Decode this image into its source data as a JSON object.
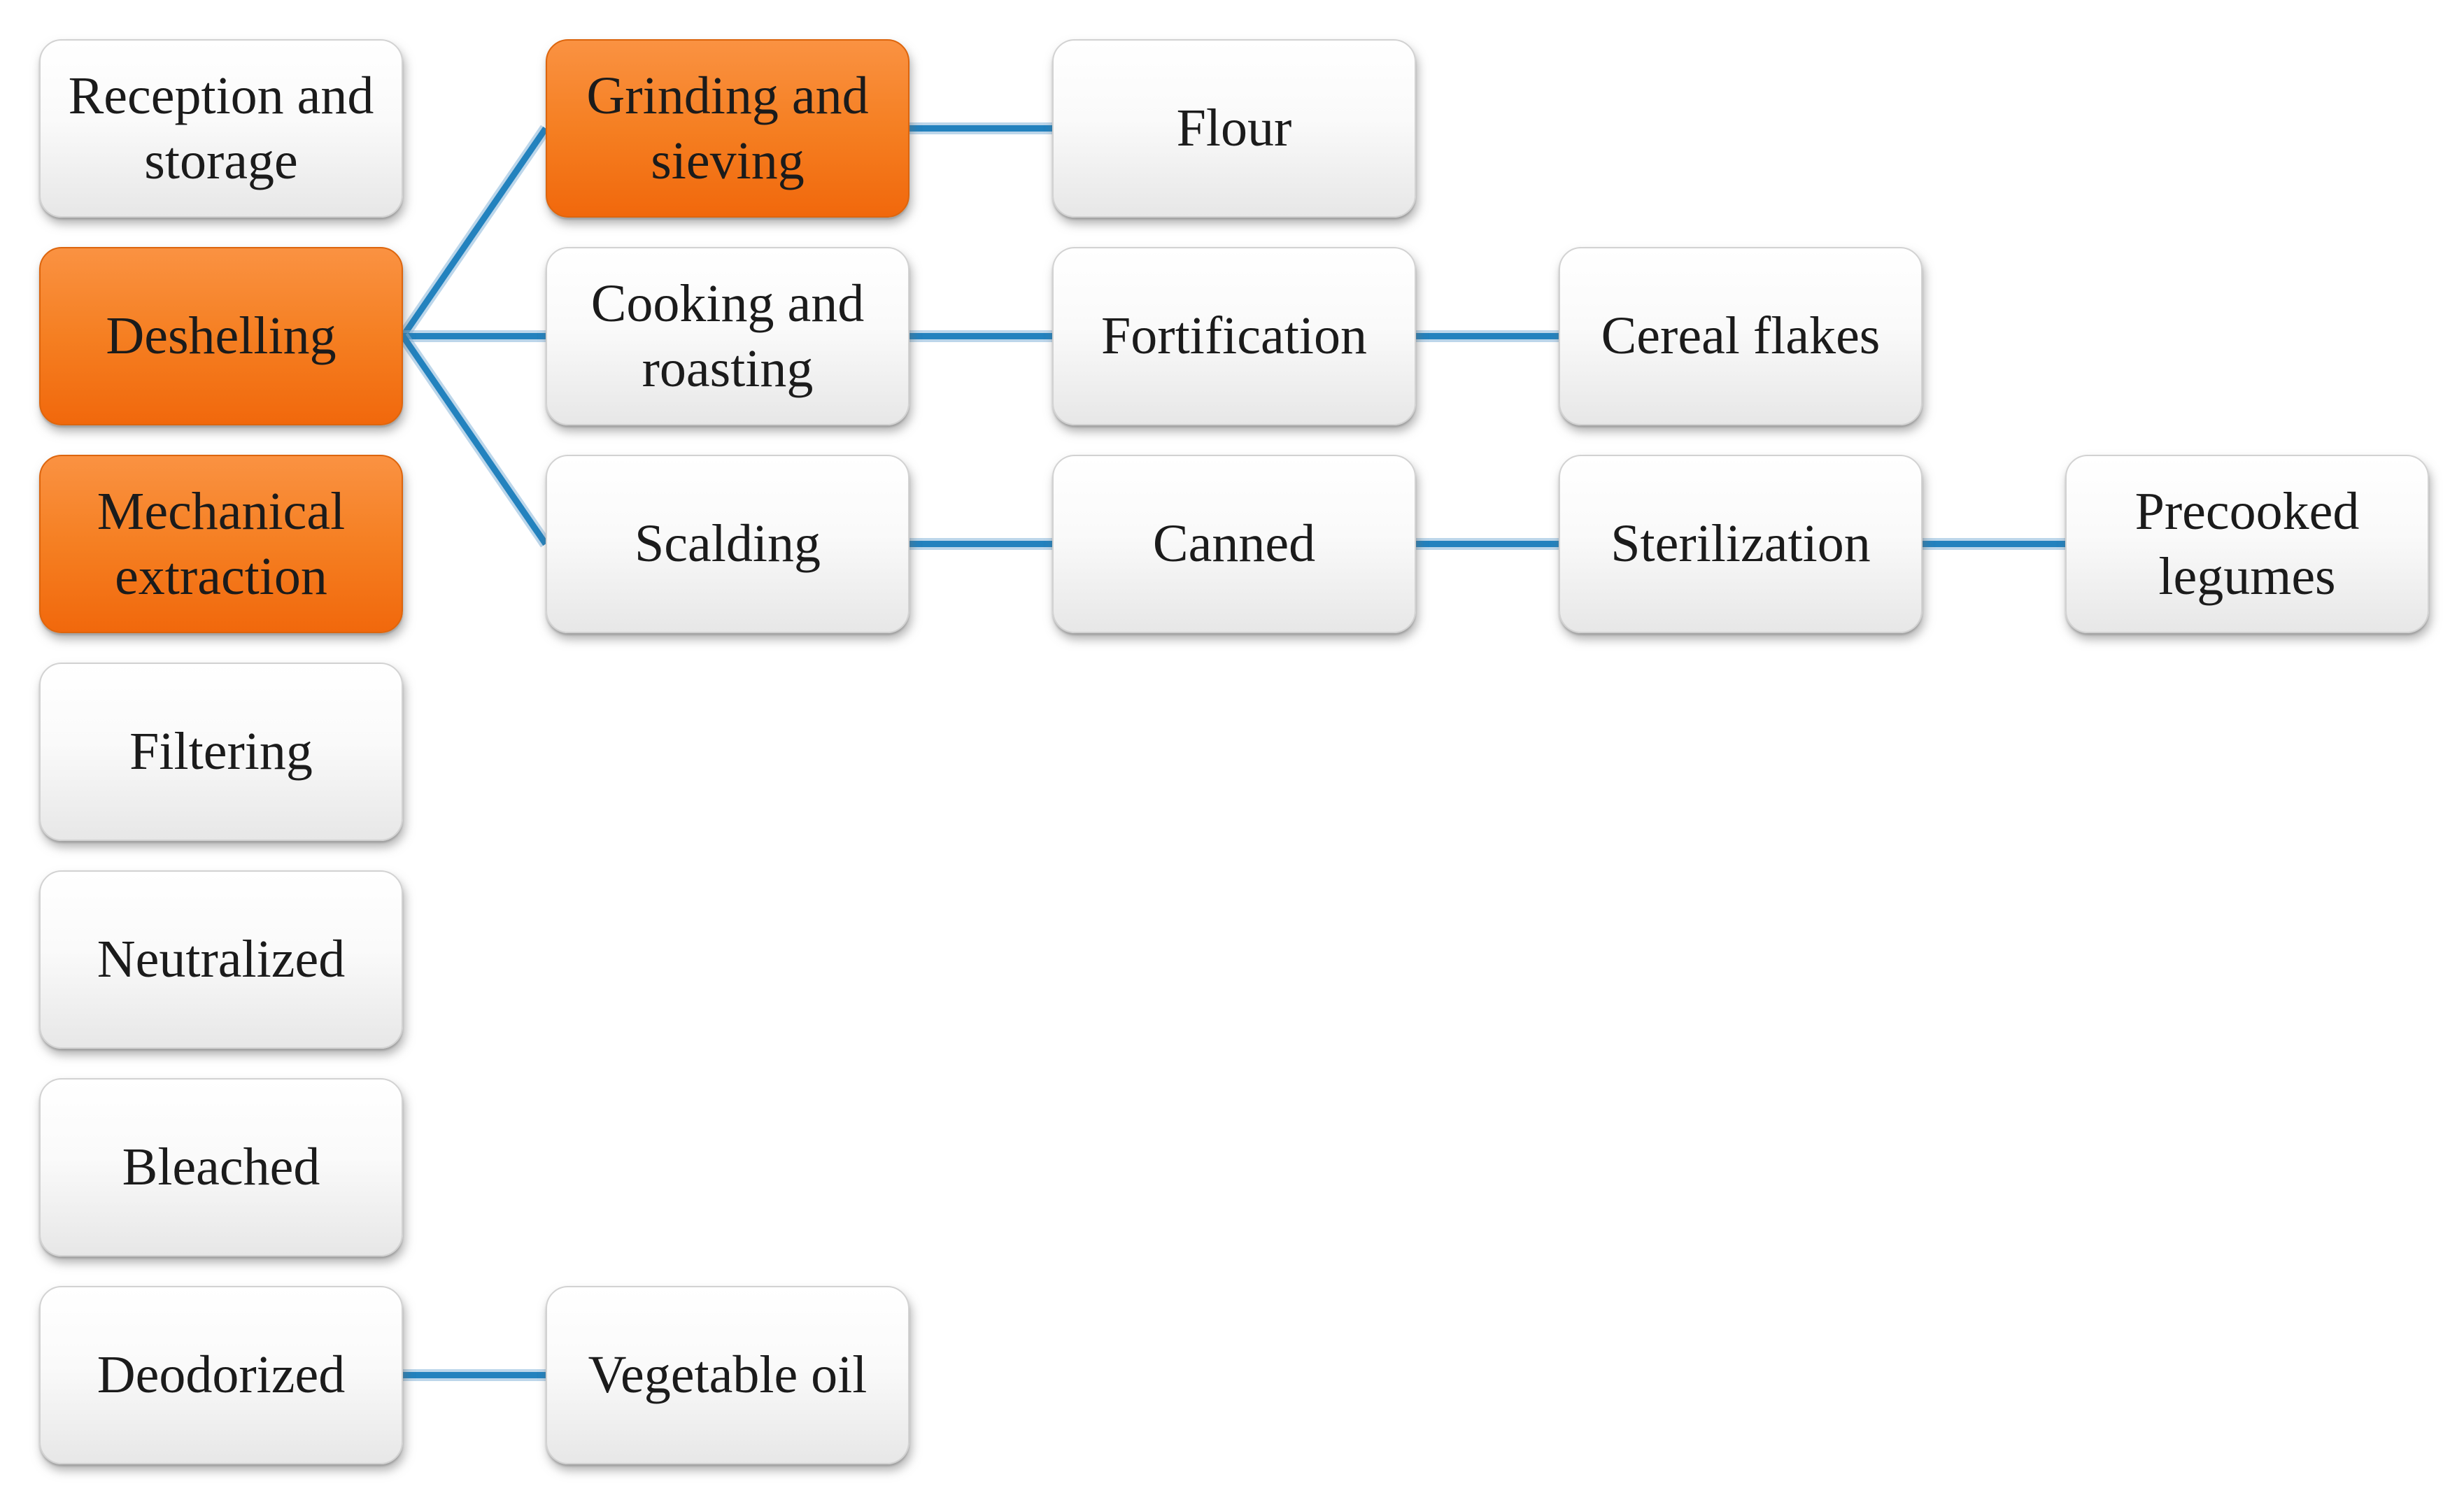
{
  "diagram": {
    "description": "Legume processing flowchart",
    "nodes": [
      {
        "id": "reception-storage",
        "label": "Reception and storage",
        "variant": "default",
        "col": 0,
        "row": 0
      },
      {
        "id": "deshelling",
        "label": "Deshelling",
        "variant": "highlight",
        "col": 0,
        "row": 1
      },
      {
        "id": "mechanical-extraction",
        "label": "Mechanical extraction",
        "variant": "highlight",
        "col": 0,
        "row": 2
      },
      {
        "id": "filtering",
        "label": "Filtering",
        "variant": "default",
        "col": 0,
        "row": 3
      },
      {
        "id": "neutralized",
        "label": "Neutralized",
        "variant": "default",
        "col": 0,
        "row": 4
      },
      {
        "id": "bleached",
        "label": "Bleached",
        "variant": "default",
        "col": 0,
        "row": 5
      },
      {
        "id": "deodorized",
        "label": "Deodorized",
        "variant": "default",
        "col": 0,
        "row": 6
      },
      {
        "id": "grinding-sieving",
        "label": "Grinding and sieving",
        "variant": "highlight",
        "col": 1,
        "row": 0
      },
      {
        "id": "cooking-roasting",
        "label": "Cooking and roasting",
        "variant": "default",
        "col": 1,
        "row": 1
      },
      {
        "id": "scalding",
        "label": "Scalding",
        "variant": "default",
        "col": 1,
        "row": 2
      },
      {
        "id": "vegetable-oil",
        "label": "Vegetable oil",
        "variant": "default",
        "col": 1,
        "row": 6
      },
      {
        "id": "flour",
        "label": "Flour",
        "variant": "default",
        "col": 2,
        "row": 0
      },
      {
        "id": "fortification",
        "label": "Fortification",
        "variant": "default",
        "col": 2,
        "row": 1
      },
      {
        "id": "canned",
        "label": "Canned",
        "variant": "default",
        "col": 2,
        "row": 2
      },
      {
        "id": "cereal-flakes",
        "label": "Cereal flakes",
        "variant": "default",
        "col": 3,
        "row": 1
      },
      {
        "id": "sterilization",
        "label": "Sterilization",
        "variant": "default",
        "col": 3,
        "row": 2
      },
      {
        "id": "precooked-legumes",
        "label": "Precooked legumes",
        "variant": "default",
        "col": 4,
        "row": 2
      }
    ],
    "edges": [
      {
        "from": "deshelling",
        "to": "grinding-sieving"
      },
      {
        "from": "deshelling",
        "to": "cooking-roasting"
      },
      {
        "from": "deshelling",
        "to": "scalding"
      },
      {
        "from": "grinding-sieving",
        "to": "flour"
      },
      {
        "from": "cooking-roasting",
        "to": "fortification"
      },
      {
        "from": "fortification",
        "to": "cereal-flakes"
      },
      {
        "from": "scalding",
        "to": "canned"
      },
      {
        "from": "canned",
        "to": "sterilization"
      },
      {
        "from": "sterilization",
        "to": "precooked-legumes"
      },
      {
        "from": "deodorized",
        "to": "vegetable-oil"
      }
    ],
    "colors": {
      "highlight_top": "#fa9242",
      "highlight_mid": "#f57f22",
      "highlight_bottom": "#f1680c",
      "highlight_border": "#dd650d",
      "connector_core": "#2382be",
      "connector_halo": "#85b4d8",
      "text": "#1b1b1b"
    }
  }
}
